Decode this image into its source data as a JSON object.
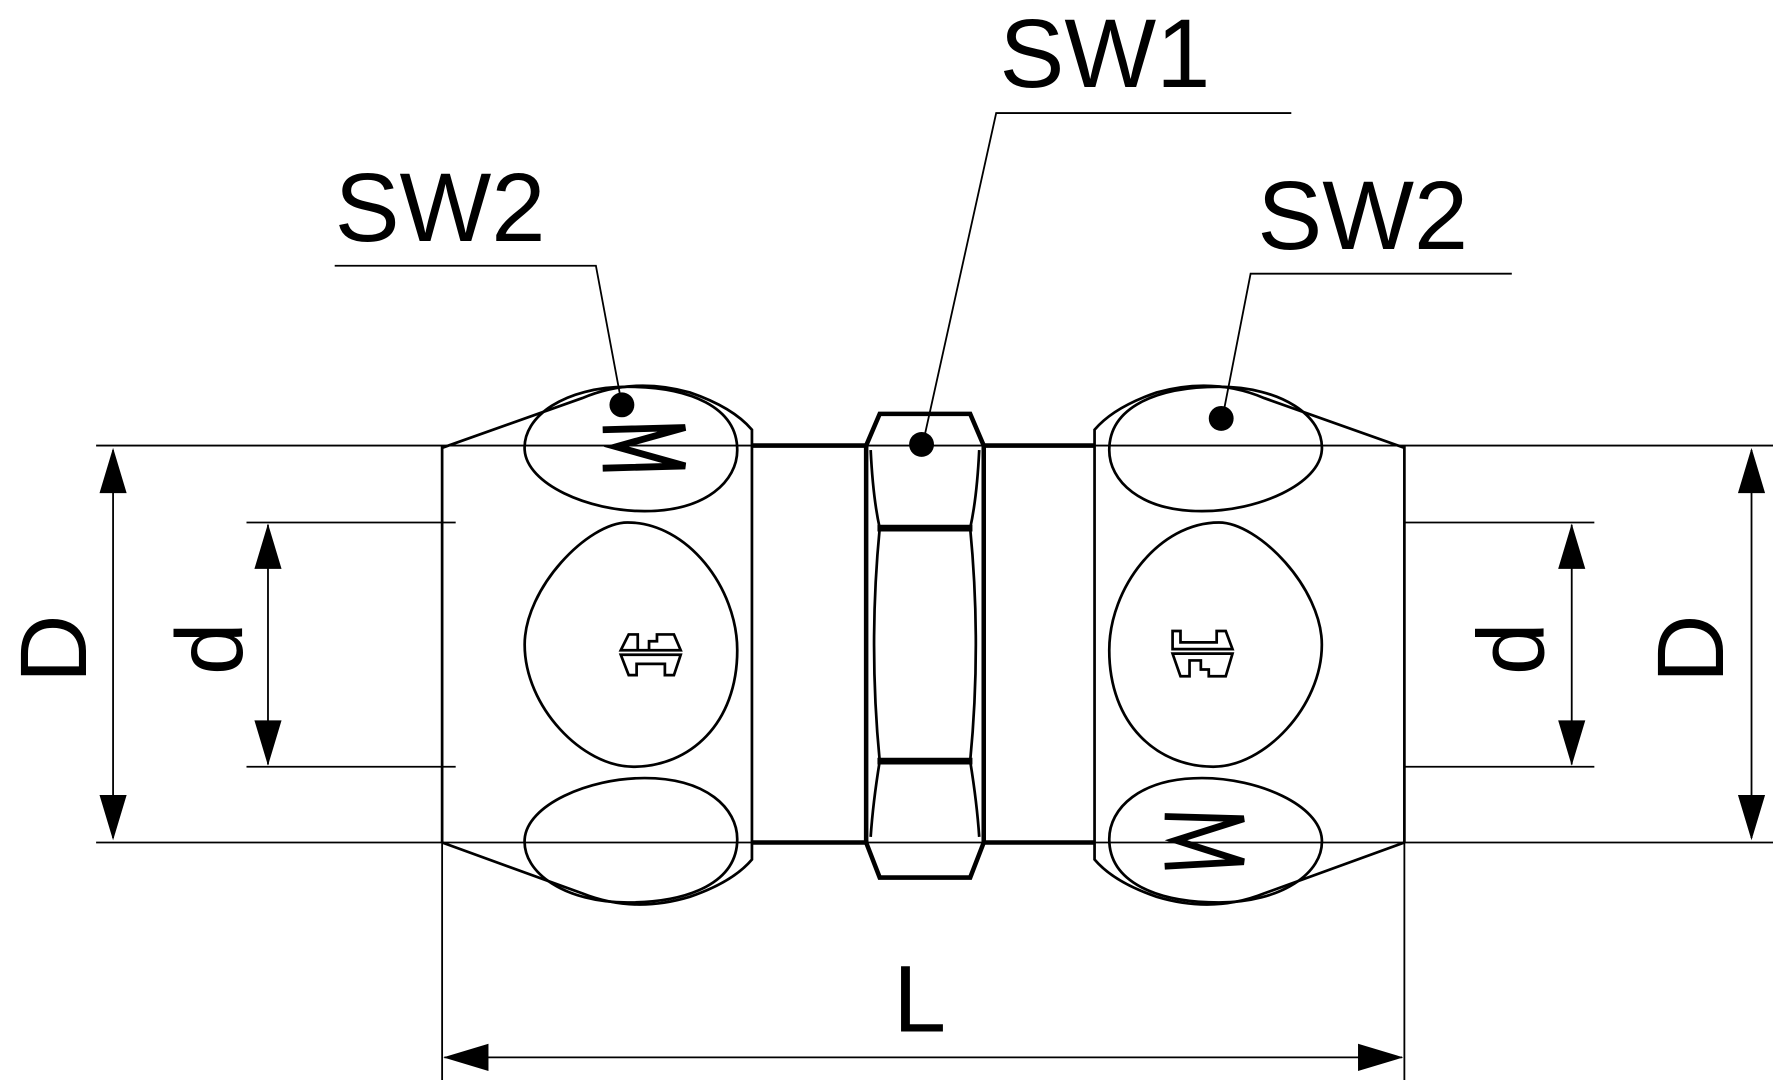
{
  "drawing": {
    "subject": "Compression fitting union (straight coupling) technical drawing",
    "line_color": "#000000",
    "background": "#ffffff",
    "leader_labels": {
      "sw1": "SW1",
      "sw2_left": "SW2",
      "sw2_right": "SW2"
    },
    "dimension_labels": {
      "outer_left": "D",
      "inner_left": "d",
      "outer_right": "D",
      "inner_right": "d",
      "length": "L"
    },
    "markings": {
      "logo_left": "SC logo (rotated)",
      "logo_right": "SC logo (rotated)",
      "wrench_mark_left": "W",
      "wrench_mark_right": "W"
    }
  }
}
